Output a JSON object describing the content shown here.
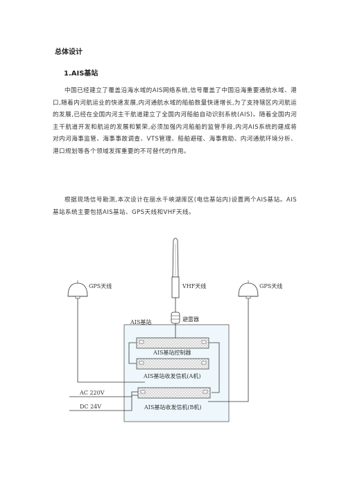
{
  "doc": {
    "section_title": "总体设计",
    "subsection_title": "1.AIS基站",
    "paragraph1": "中国已经建立了覆盖沿海水域的AIS网络系统,信号覆盖了中国沿海重要通航水域、港口,随着内河航运业的快速发展,内河通航水域的船舶数量快速增长,为了支持辖区内河航运的发展,已经在全国内河主干航道建立了全国内河船舶自动识别系统(AIS)。随着全国内河主干航道开发和航运的发展和繁荣,必须加强内河船舶的监管手段,内河AIS系统的建成将对内河海事监管、海事事故调查、VTS管理、船舶避碰、海事救助、内河通航环境分析、港口规划等各个领域发挥重要的不可替代的作用。",
    "paragraph2": "根据现场信号勘测,本次设计在丽水千峡湖库区(电信基站内)设置两个AIS基站。AIS基站系统主要包括AIS基站、GPS天线和VHF天线。"
  },
  "diagram": {
    "gps_left": "GPS天线",
    "vhf": "VHF天线",
    "gps_right": "GPS天线",
    "arrester": "避雷器",
    "station": "AIS基站",
    "controller": "AIS基站控制器",
    "transceiver_a": "AIS基站收发信机(A机)",
    "transceiver_b": "AIS基站收发信机(B机)",
    "power_ac": "AC 220V",
    "power_dc": "DC 24V",
    "box_fill": "#eef8fc",
    "line_color": "#333333"
  }
}
